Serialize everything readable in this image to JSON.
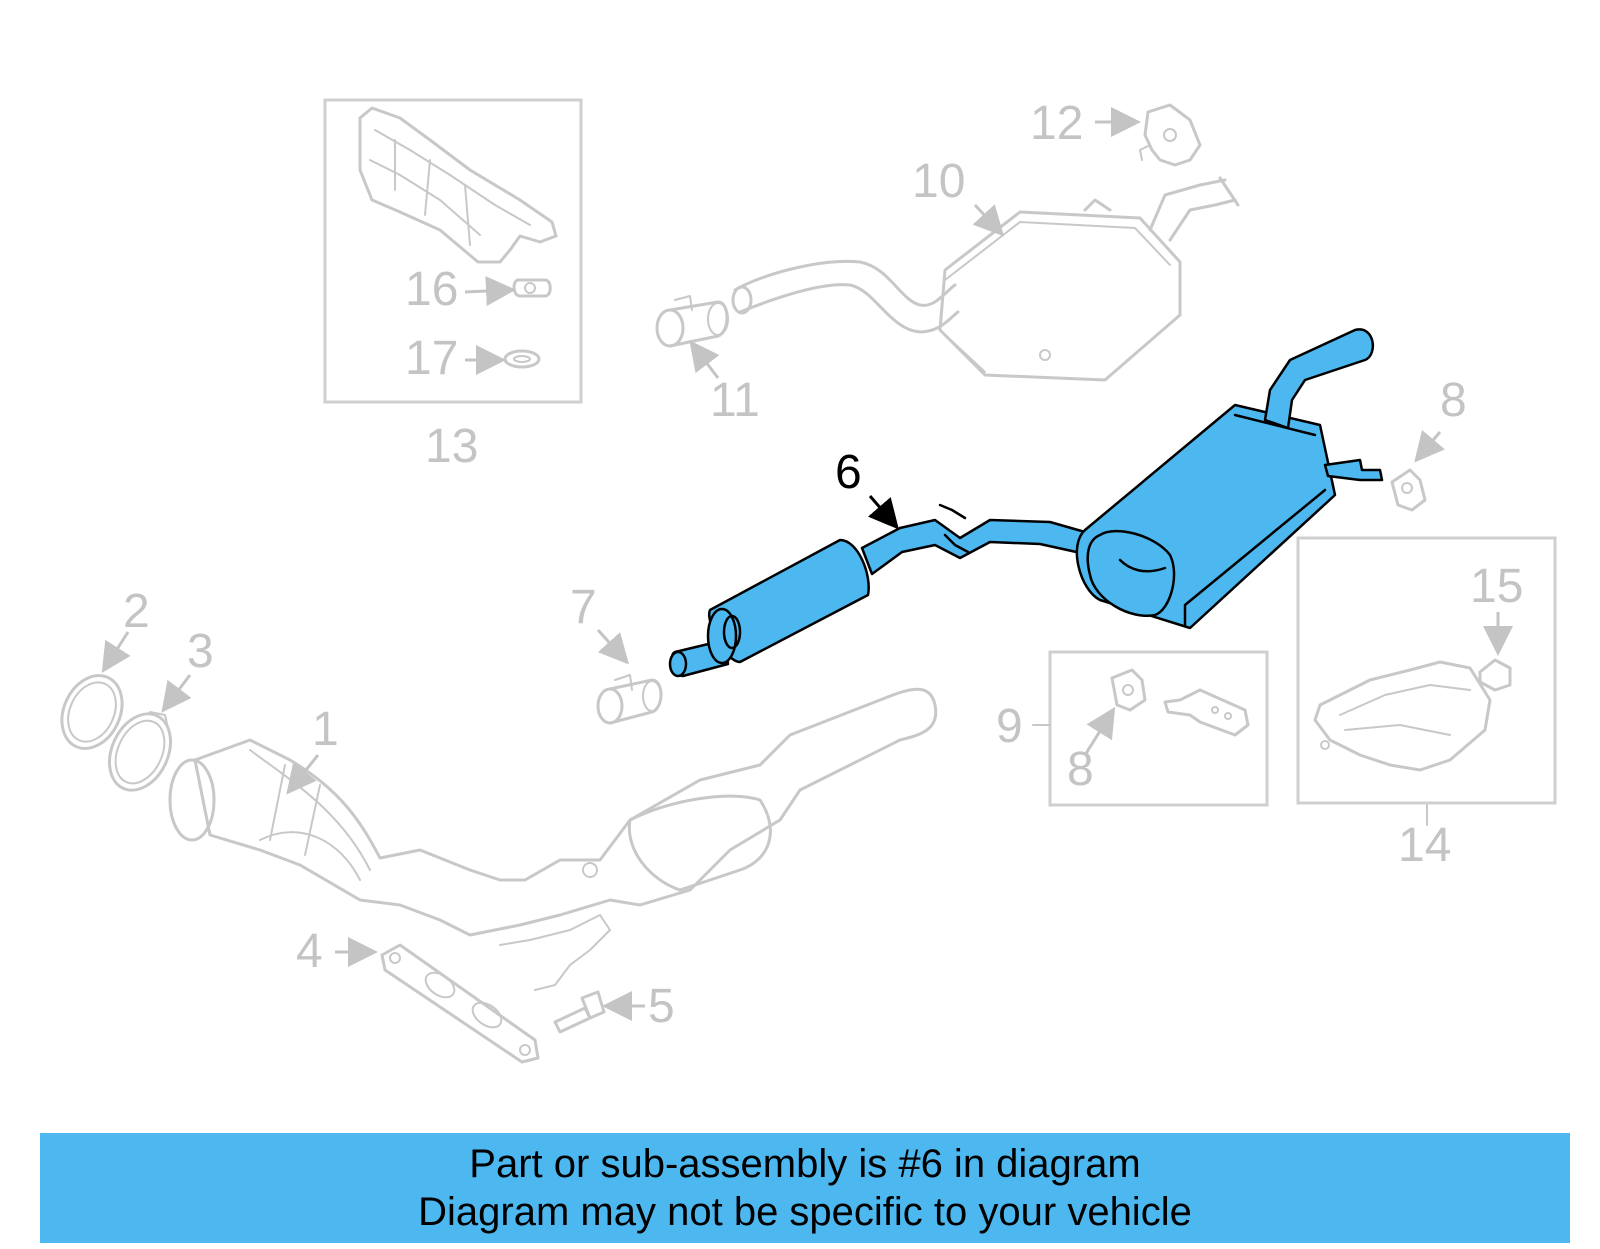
{
  "colors": {
    "highlight": "#4db8f0",
    "ghost": "#c8c8c8",
    "active_label": "#000000"
  },
  "labels": {
    "l1": "1",
    "l2": "2",
    "l3": "3",
    "l4": "4",
    "l5": "5",
    "l6": "6",
    "l7": "7",
    "l8a": "8",
    "l8b": "8",
    "l9": "9",
    "l10": "10",
    "l11": "11",
    "l12": "12",
    "l13": "13",
    "l14": "14",
    "l15": "15",
    "l16": "16",
    "l17": "17"
  },
  "highlighted_part": "6",
  "banner": {
    "line1": "Part or sub-assembly is #6 in diagram",
    "line2": "Diagram may not be specific to your vehicle"
  }
}
